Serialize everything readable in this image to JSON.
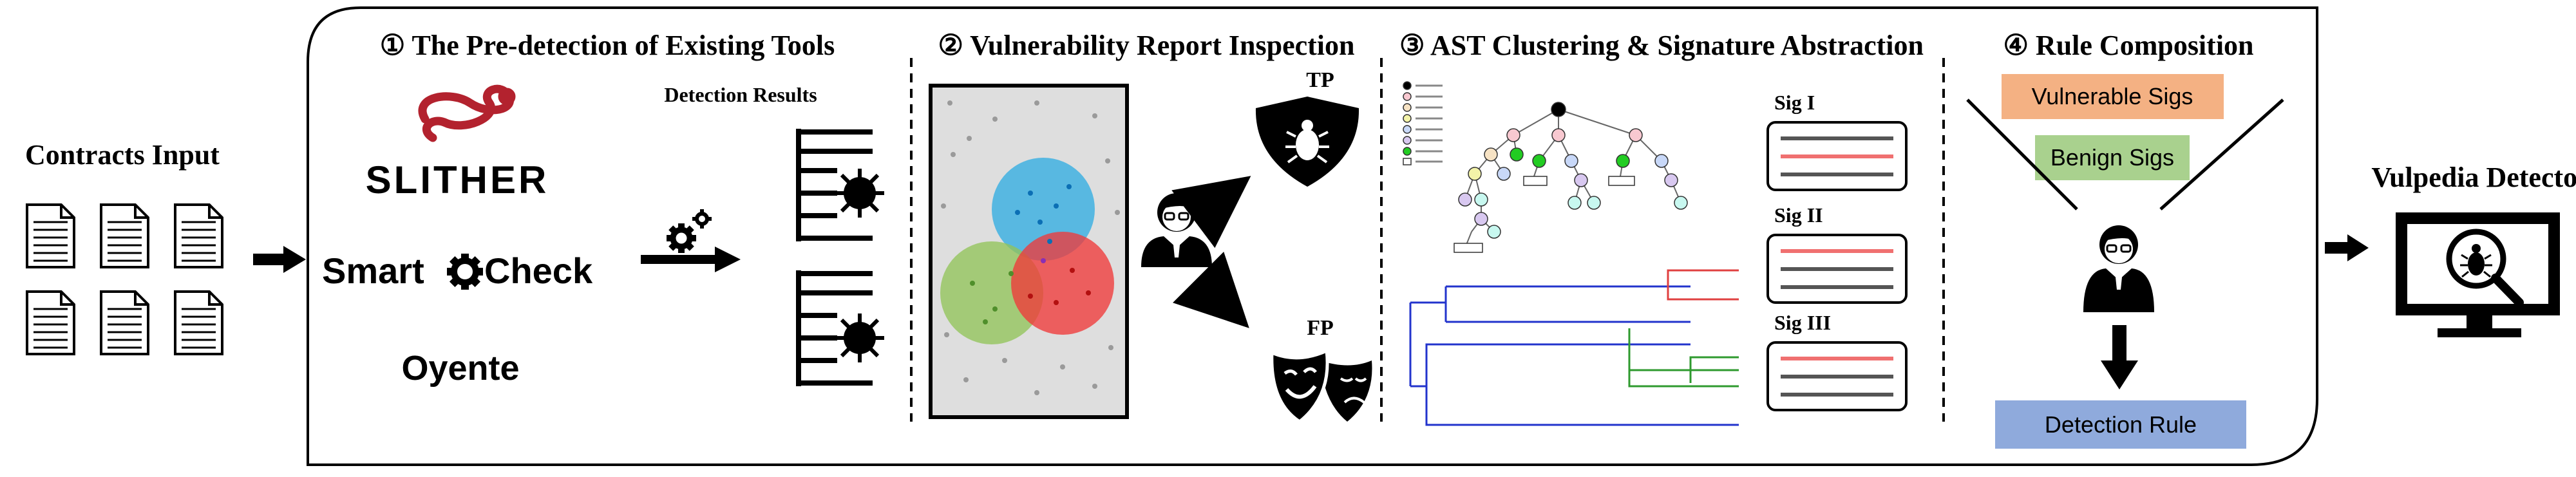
{
  "input": {
    "title": "Contracts Input"
  },
  "output": {
    "title": "Vulpedia Detector"
  },
  "stage1": {
    "title": "① The Pre-detection of Existing Tools",
    "tools": [
      "SLITHER",
      "SmartCheck",
      "Oyente"
    ],
    "smartcheck_left": "Smart",
    "smartcheck_right": "Check",
    "results_label": "Detection Results"
  },
  "stage2": {
    "title": "② Vulnerability Report Inspection",
    "tp_label": "TP",
    "fp_label": "FP"
  },
  "stage3": {
    "title": "③ AST Clustering & Signature Abstraction",
    "signatures": [
      "Sig I",
      "Sig II",
      "Sig III"
    ]
  },
  "stage4": {
    "title": "④ Rule Composition",
    "vulnerable": "Vulnerable Sigs",
    "benign": "Benign Sigs",
    "rule": "Detection Rule"
  },
  "colors": {
    "slither_red": "#b3222e",
    "vulnerable_box": "#f4b183",
    "benign_box": "#a9d18e",
    "rule_box": "#8faadc",
    "cluster_blue": "#3ab0e2",
    "cluster_green": "#92c45a",
    "cluster_red": "#f03a3a",
    "sig_red_line": "#f07070",
    "sig_gray_line": "#555555"
  }
}
